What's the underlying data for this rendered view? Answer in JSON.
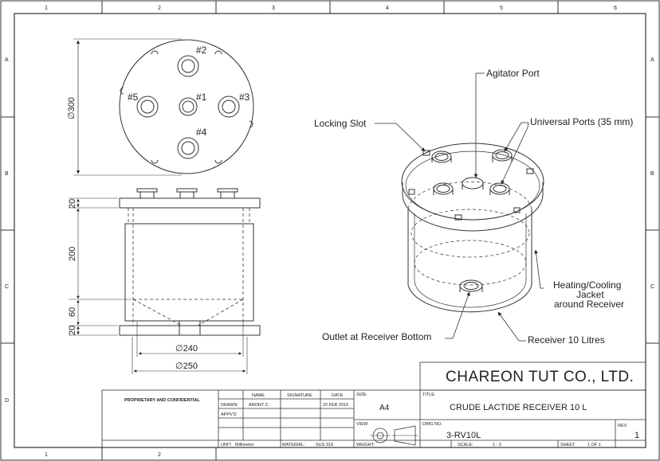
{
  "frame": {
    "columns": [
      "1",
      "2",
      "3",
      "4",
      "5",
      "6"
    ],
    "rows": [
      "A",
      "B",
      "C",
      "D"
    ]
  },
  "top_view": {
    "ports": [
      "#1",
      "#2",
      "#3",
      "#4",
      "#5"
    ],
    "diameter_label": "∅300"
  },
  "side_view": {
    "dims_vertical": [
      "20",
      "200",
      "60",
      "20"
    ],
    "dim_inner": "∅240",
    "dim_outer": "∅250"
  },
  "callouts": {
    "agitator": "Agitator Port",
    "locking": "Locking Slot",
    "universal": "Universal Ports (35 mm)",
    "jacket_1": "Heating/Cooling",
    "jacket_2": "Jacket",
    "jacket_3": "around Receiver",
    "outlet": "Outlet at Receiver Bottom",
    "receiver": "Receiver 10 Litres"
  },
  "title_block": {
    "company": "CHAREON  TUT  CO., LTD.",
    "proprietary": "PROPRIETARY AND CONFIDENTIAL",
    "col_name": "NAME",
    "col_signature": "SIGNATURE",
    "col_date": "DATE",
    "drawn_label": "DRAWN",
    "drawn_name": "ANONT C.",
    "drawn_date": "22 FEB 2019",
    "apprvd_label": "APPV'D",
    "size_label": "SIZE:",
    "size_value": "A4",
    "title_label": "TITLE:",
    "title_value": "CRUDE LACTIDE RECEIVER 10 L",
    "view_label": "VIEW:",
    "dwg_label": "DWG NO.",
    "dwg_value": "3-RV10L",
    "rev_label": "REV.",
    "rev_value": "1",
    "unit_label": "UNIT:",
    "unit_value": "Millimeter",
    "material_label": "MATERIAL:",
    "material_value": "SUS 316",
    "weight_label": "WEIGHT:",
    "scale_label": "SCALE:",
    "scale_value": "1 : 3",
    "sheet_label": "SHEET",
    "sheet_value": "1 OF 1"
  }
}
